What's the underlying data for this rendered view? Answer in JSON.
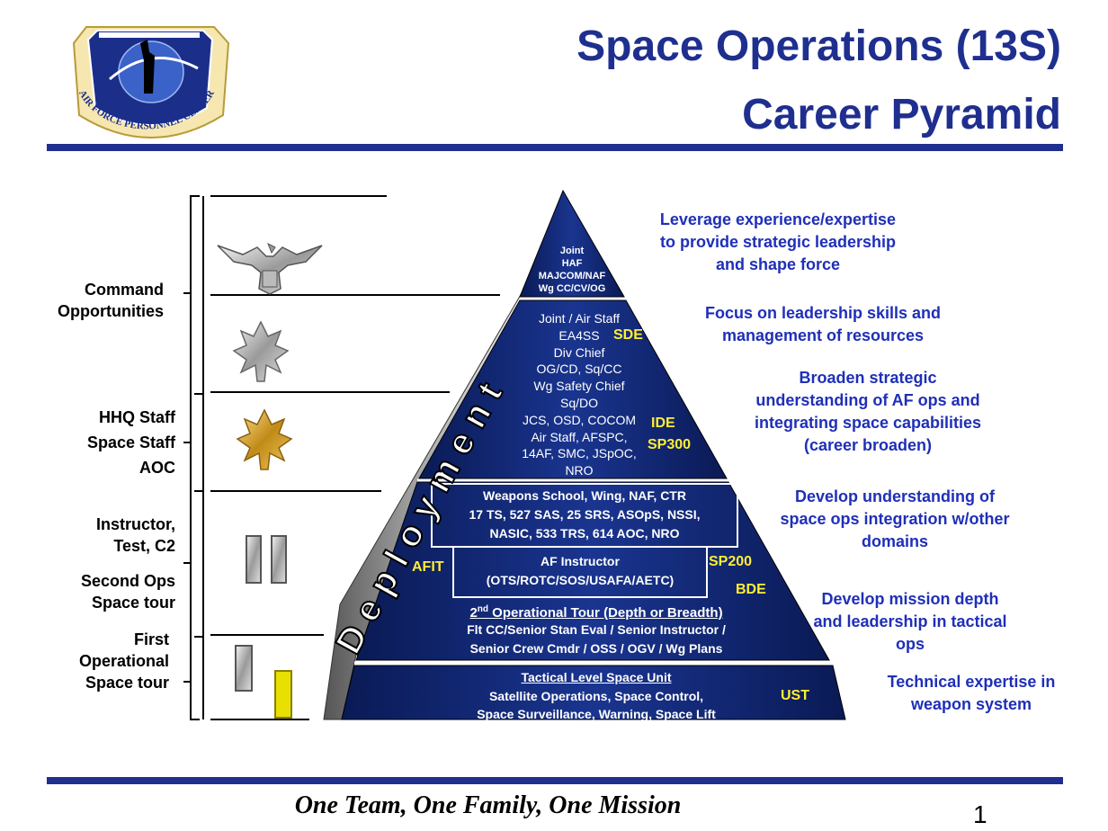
{
  "header": {
    "title_line1": "Space Operations (13S)",
    "title_line2": "Career Pyramid",
    "logo_text": "AIR FORCE PERSONNEL CENTER"
  },
  "left_labels": {
    "command": [
      "Command",
      "Opportunities"
    ],
    "staff": [
      "HHQ Staff",
      "Space Staff",
      "AOC"
    ],
    "instructor": [
      "Instructor,",
      "Test, C2"
    ],
    "second_ops": [
      "Second Ops",
      "Space tour"
    ],
    "first_ops": [
      "First",
      "Operational",
      "Space tour"
    ]
  },
  "deployment_label": "Deployment",
  "pyramid": {
    "tier1": [
      "Joint",
      "HAF",
      "MAJCOM/NAF",
      "Wg CC/CV/OG"
    ],
    "tier2": [
      "Joint / Air Staff",
      "EA4SS",
      "Div Chief",
      "OG/CD, Sq/CC",
      "Wg Safety Chief",
      "Sq/DO",
      "JCS, OSD, COCOM",
      "Air Staff, AFSPC,",
      "14AF, SMC, JSpOC,",
      "NRO"
    ],
    "tier3_box": [
      "Weapons School, Wing, NAF, CTR",
      "17 TS, 527 SAS, 25 SRS, ASOpS, NSSI,",
      "NASIC, 533 TRS, 614 AOC, NRO"
    ],
    "instructor_box": [
      "AF Instructor",
      "(OTS/ROTC/SOS/USAFA/AETC)"
    ],
    "second_tour_title_a": "2",
    "second_tour_title_sup": "nd",
    "second_tour_title_b": " Operational Tour (Depth or  Breadth)",
    "second_tour": [
      "Flt CC/Senior Stan Eval / Senior Instructor /",
      "Senior Crew Cmdr / OSS / OGV / Wg Plans"
    ],
    "base_title": "Tactical Level Space Unit",
    "base": [
      "Satellite Operations, Space Control,",
      "Space Surveillance, Warning, Space Lift"
    ]
  },
  "tags": {
    "sde": "SDE",
    "ide": "IDE",
    "sp300": "SP300",
    "afit": "AFIT",
    "sp200": "SP200",
    "bde": "BDE",
    "ust": "UST"
  },
  "descriptions": {
    "d1": [
      "Leverage experience/expertise",
      "to provide strategic leadership",
      "and shape force"
    ],
    "d2": [
      "Focus on leadership skills and",
      "management of resources"
    ],
    "d3": [
      "Broaden strategic",
      "understanding of AF ops and",
      "integrating space capabilities",
      "(career broaden)"
    ],
    "d4": [
      "Develop understanding of",
      "space ops integration w/other",
      "domains"
    ],
    "d5": [
      "Develop mission depth",
      "and leadership in tactical",
      "ops"
    ],
    "d6": [
      "Technical expertise in",
      "weapon system"
    ]
  },
  "footer": {
    "motto": "One Team, One Family, One Mission",
    "page": "1"
  },
  "colors": {
    "title": "#1f2f8f",
    "pyramid_dark": "#0a1a55",
    "pyramid_mid": "#1a3590",
    "description": "#1f2fb8",
    "tag": "#ffee33"
  }
}
